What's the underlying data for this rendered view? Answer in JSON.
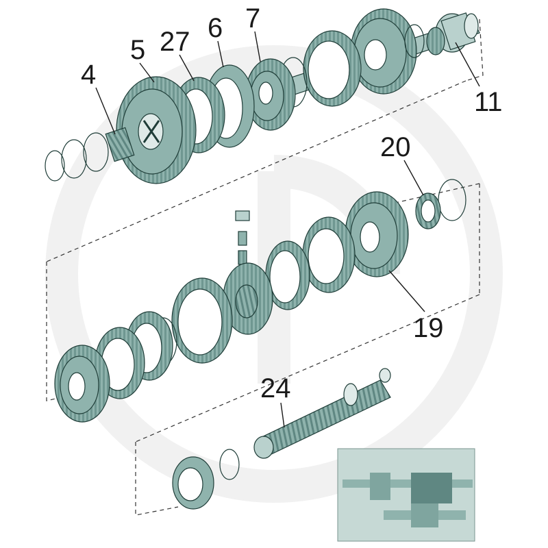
{
  "colors": {
    "part_fill": "#8fb3ad",
    "part_shade": "#6f9791",
    "part_light": "#b9d1cd",
    "outline": "#1f3d38",
    "watermark": "#f1f1f1",
    "label": "#1a1a1a"
  },
  "callouts": [
    {
      "id": "4",
      "text": "4"
    },
    {
      "id": "5",
      "text": "5"
    },
    {
      "id": "27",
      "text": "27"
    },
    {
      "id": "6",
      "text": "6"
    },
    {
      "id": "7",
      "text": "7"
    },
    {
      "id": "11",
      "text": "11"
    },
    {
      "id": "20",
      "text": "20"
    },
    {
      "id": "19",
      "text": "19"
    },
    {
      "id": "24",
      "text": "24"
    }
  ],
  "inset": {
    "icon": "gearbox-cross-section-thumbnail"
  }
}
